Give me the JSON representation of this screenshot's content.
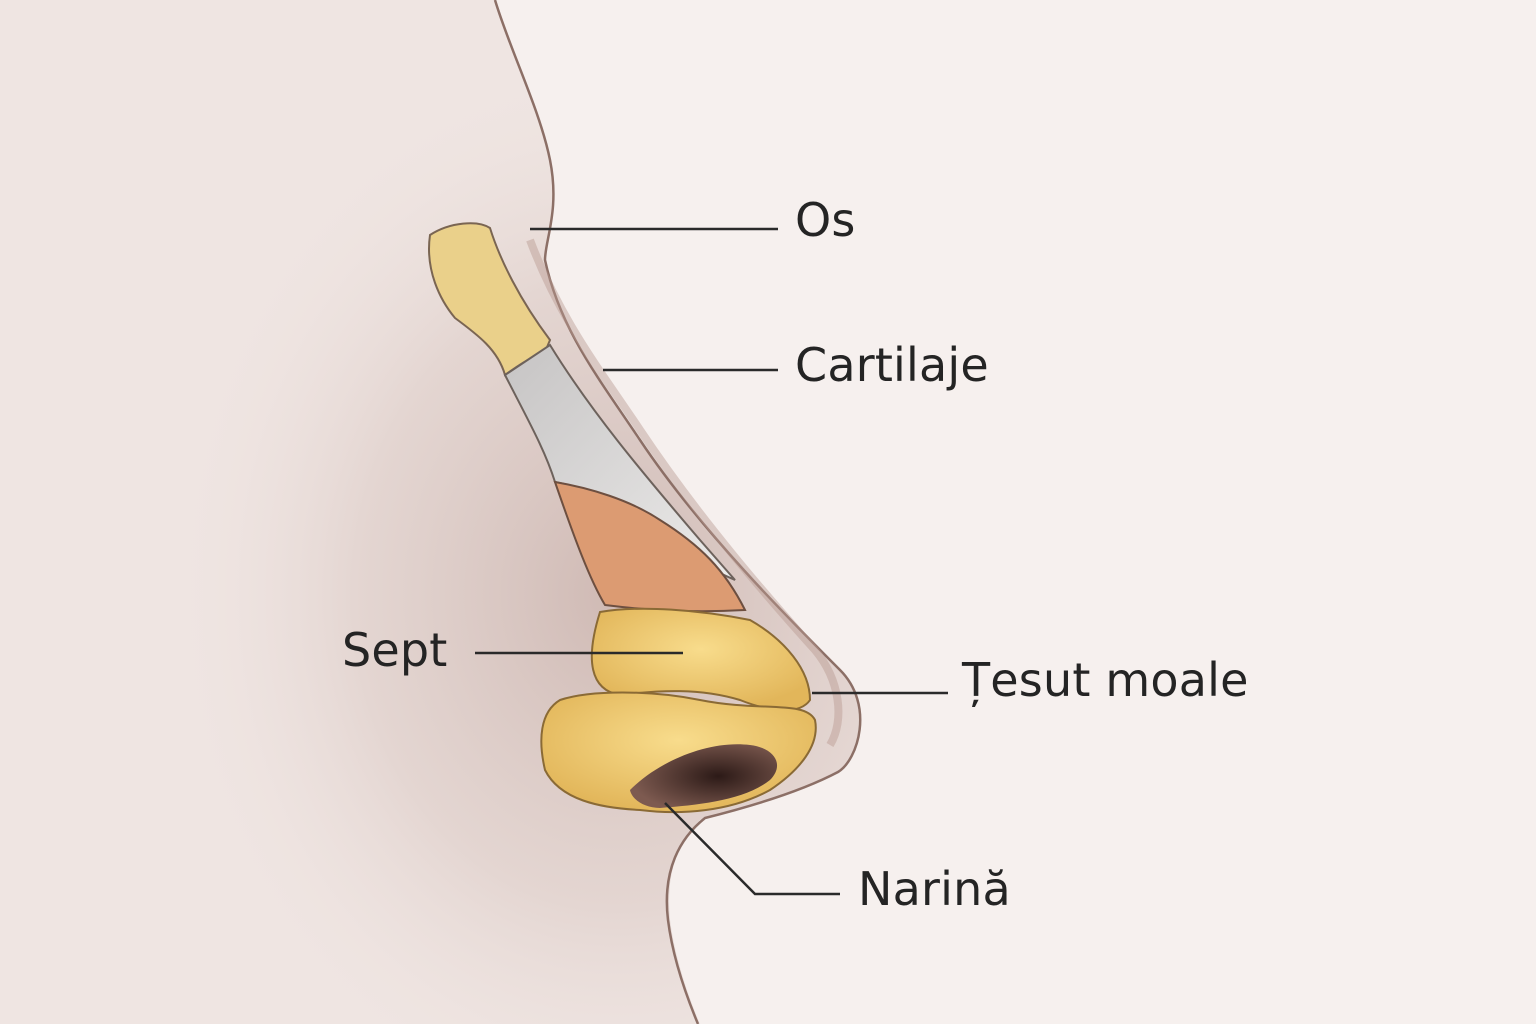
{
  "diagram": {
    "subject": "nose-anatomy-profile",
    "background_color": "#f6f0ee",
    "colors": {
      "skin_shadow": "#d9c7c3",
      "skin_outline": "#8c6f66",
      "bone": "#ead08a",
      "cartilage_upper": "#d9d6d4",
      "cartilage_lower": "#dc9b72",
      "alar_cartilage": "#f2cd70",
      "nostril": "#4a302b",
      "leader_line": "#2a2a2a",
      "label_text": "#242424"
    },
    "labels": [
      {
        "id": "os",
        "text": "Os"
      },
      {
        "id": "cartilaje",
        "text": "Cartilaje"
      },
      {
        "id": "sept",
        "text": "Sept"
      },
      {
        "id": "tesut-moale",
        "text": "Țesut moale"
      },
      {
        "id": "narina",
        "text": "Narină"
      }
    ]
  }
}
